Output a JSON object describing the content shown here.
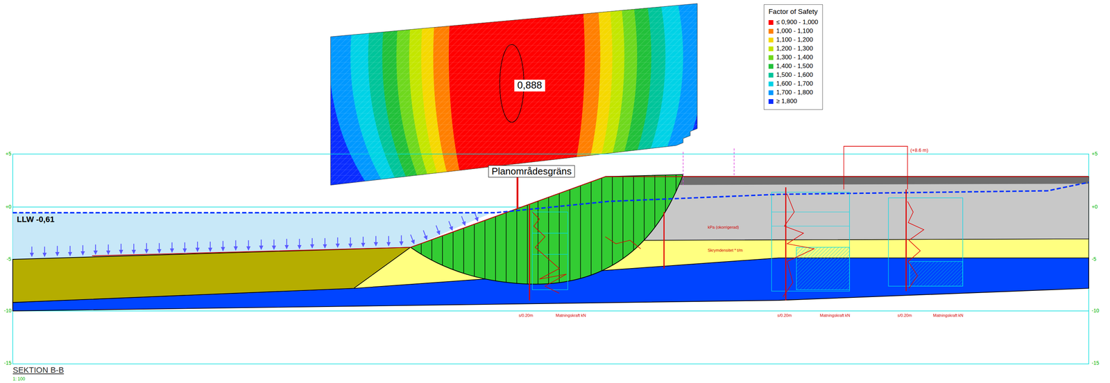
{
  "diagram": {
    "title": "SEKTION B-B",
    "nodes": [
      {
        "text": [
          "Planområdesgräns"
        ]
      },
      {
        "text": [
          "0,888"
        ]
      }
    ],
    "labels": [
      "LLW -0,61",
      "1: 100",
      "+5",
      "+0",
      "-5",
      "-10",
      "-15",
      "+5",
      "+0",
      "-5",
      "-10",
      "-15",
      "(+8.6 m)",
      "s/0.20m",
      "Matningskraft kN",
      "s/0.20m",
      "Matningskraft kN",
      "s/0.20m",
      "Matningskraft kN",
      "Skrymdensitet * t/m",
      "kPa (okorrigerad)",
      "Factor of Safety"
    ],
    "legend": [
      {
        "text": "≤ 0,900 - 1,000",
        "color": "#ff0000"
      },
      {
        "text": "1,000 - 1,100",
        "color": "#ff7f00"
      },
      {
        "text": "1,100 - 1,200",
        "color": "#f5d800"
      },
      {
        "text": "1,200 - 1,300",
        "color": "#c3e600"
      },
      {
        "text": "1,300 - 1,400",
        "color": "#6fd81e"
      },
      {
        "text": "1,400 - 1,500",
        "color": "#22c03a"
      },
      {
        "text": "1,500 - 1,600",
        "color": "#00c49a"
      },
      {
        "text": "1,600 - 1,700",
        "color": "#00d2e6"
      },
      {
        "text": "1,700 - 1,800",
        "color": "#0098ff"
      },
      {
        "text": "≥ 1,800",
        "color": "#0a2cff"
      }
    ]
  }
}
